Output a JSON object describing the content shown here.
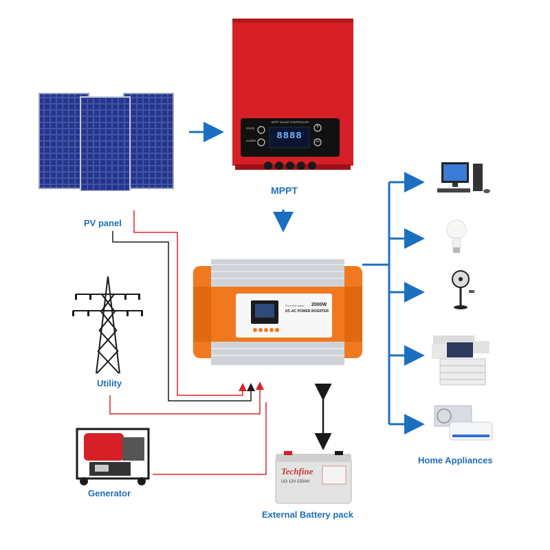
{
  "labels": {
    "pv_panel": "PV panel",
    "mppt": "MPPT",
    "utility": "Utility",
    "generator": "Generator",
    "battery": "External Battery pack",
    "home_appliances": "Home Appliances"
  },
  "mppt_device": {
    "title": "MPPT SOLAR CONTROLLER",
    "state_label": "STATE",
    "alarm_label": "ALARM",
    "display": "8888",
    "right_btn_top": "$",
    "right_btn_bottom": "OK"
  },
  "inverter": {
    "brand": "Pure sine wave",
    "power": "2000W",
    "model": "DC-AC POWER INVERTER"
  },
  "battery_device": {
    "brand": "Techfine",
    "spec": "UO 12V-150AH"
  },
  "colors": {
    "arrow_blue": "#1b6fc0",
    "label_blue": "#1f6fb5",
    "wire_red": "#d9232a",
    "wire_black": "#1a1a1a",
    "mppt_red": "#d61f26",
    "inverter_orange": "#f0781e"
  },
  "icons": [
    "solar-panel-icon",
    "transmission-tower-icon",
    "generator-icon",
    "computer-icon",
    "light-bulb-icon",
    "fan-icon",
    "printer-icon",
    "air-conditioner-icon",
    "battery-icon"
  ]
}
